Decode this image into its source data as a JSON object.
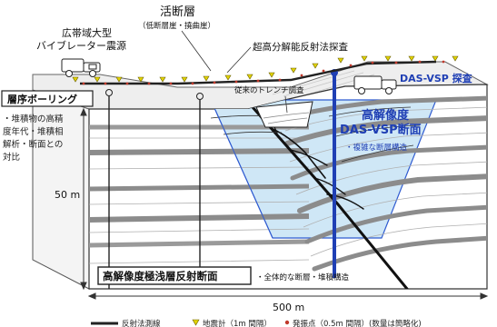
{
  "labels": {
    "vibrator_source": [
      "広帯域大型",
      "バイブレーター震源"
    ],
    "active_fault": "活断層",
    "active_fault_sub": "（低断層崖・撓曲崖）",
    "ultra_high_res_survey": "超高分解能反射法探査",
    "conventional_trench": "従来のトレンチ調査",
    "das_vsp_survey": "DAS-VSP 探査",
    "stratigraphic_boring": "層序ボーリング",
    "boring_notes": [
      "・堆積物の高精",
      "度年代・堆積相",
      "解析・断面との",
      "対比"
    ],
    "das_vsp_section": [
      "高解像度",
      "DAS-VSP断面"
    ],
    "complex_fault": "・複雑な断層構造",
    "depth": "50 m",
    "shallow_section": "高解像度極浅層反射断面",
    "overall_fault": "・全体的な断層・堆積構造",
    "width": "500 m"
  },
  "legend": {
    "line": "反射法測線",
    "geophone": "地震計（1m 間隔）",
    "shot": "発振点（0.5m 間隔）(数量は簡略化)"
  },
  "colors": {
    "accent_blue": "#1f3fb4",
    "fault": "#111111",
    "layer_gray": "#8c8c8c",
    "geophone": "#e2d300",
    "shot": "#c0392b",
    "blue_fill": "#cfe7f6"
  }
}
